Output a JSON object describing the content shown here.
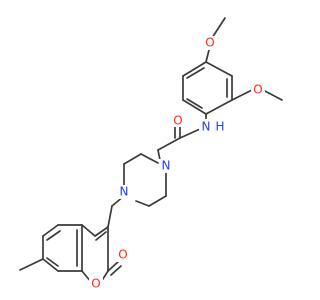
{
  "molecule": {
    "atoms": {
      "o_methoxy_top": "O",
      "o_methoxy_right": "O",
      "amide_nh": "N",
      "amide_h": "H",
      "amide_o": "O",
      "pip_n_upper": "N",
      "pip_n_lower": "N",
      "ring_o": "O",
      "lactone_o": "O"
    }
  },
  "colors": {
    "bond": "#3a3a3a",
    "oxygen": "#ff2a1a",
    "nitrogen": "#1f3fff",
    "text_default": "#3a3a3a"
  }
}
